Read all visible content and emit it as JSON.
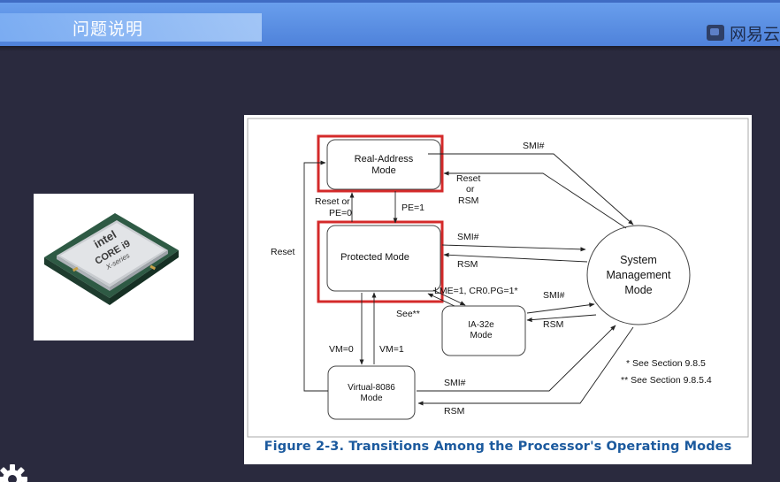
{
  "header": {
    "title": "问题说明",
    "brand": "网易云"
  },
  "photo": {
    "brand_text": "intel",
    "product_line1": "CORE i9",
    "product_line2": "X-series"
  },
  "figure": {
    "nodes": {
      "real_address": [
        "Real-Address",
        "Mode"
      ],
      "protected": [
        "Protected Mode"
      ],
      "smm": [
        "System",
        "Management",
        "Mode"
      ],
      "ia32e": [
        "IA-32e",
        "Mode"
      ],
      "v8086": [
        "Virtual-8086",
        "Mode"
      ]
    },
    "labels": {
      "smi_top": "SMI#",
      "reset_or_rsm": [
        "Reset",
        "or",
        "RSM"
      ],
      "reset_or_pe0": [
        "Reset or",
        "PE=0"
      ],
      "pe1": "PE=1",
      "reset_left": "Reset",
      "smi_pm": "SMI#",
      "rsm_pm": "RSM",
      "lme": "LME=1, CR0.PG=1*",
      "see": "See**",
      "smi_ia": "SMI#",
      "rsm_ia": "RSM",
      "vm0": "VM=0",
      "vm1": "VM=1",
      "smi_v86": "SMI#",
      "rsm_v86": "RSM",
      "note1": "* See Section 9.8.5",
      "note2": "** See Section 9.8.5.4"
    },
    "caption": "Figure 2-3.  Transitions Among the Processor's Operating Modes",
    "highlight_color": "#d42a2a"
  }
}
